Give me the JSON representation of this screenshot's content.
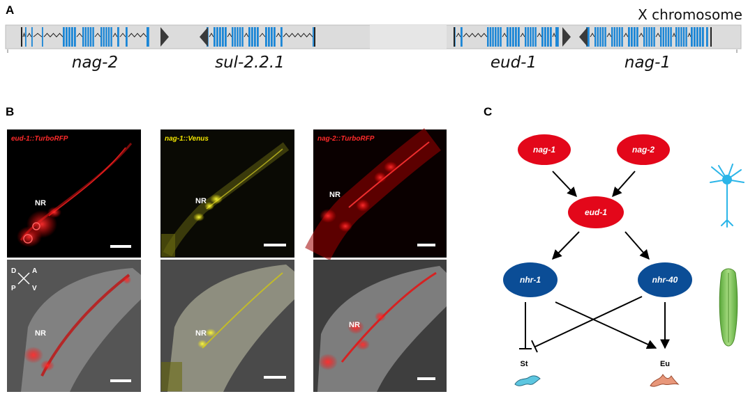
{
  "panel_a": {
    "letter": "A",
    "chromosome_label": "X chromosome",
    "genes": [
      {
        "name": "nag-2",
        "strand": "+"
      },
      {
        "name": "sul-2.2.1",
        "strand": "-"
      },
      {
        "name": "eud-1",
        "strand": "+"
      },
      {
        "name": "nag-1",
        "strand": "-"
      }
    ],
    "colors": {
      "exon": "#1b86d6",
      "track": "#d9d9d9",
      "arrow": "#3a3a3a"
    }
  },
  "panel_b": {
    "letter": "B",
    "images": [
      {
        "label": "eud-1::TurboRFP",
        "label_color": "#ff2a2a",
        "region": "NR"
      },
      {
        "label": "nag-1::Venus",
        "label_color": "#f2e600",
        "region": "NR"
      },
      {
        "label": "nag-2::TurboRFP",
        "label_color": "#ff2a2a",
        "region": "NR"
      }
    ],
    "brightfield_region": "NR",
    "axis": {
      "d": "D",
      "a": "A",
      "p": "P",
      "v": "V"
    }
  },
  "panel_c": {
    "letter": "C",
    "nodes": {
      "nag1": "nag-1",
      "nag2": "nag-2",
      "eud1": "eud-1",
      "nhr1": "nhr-1",
      "nhr40": "nhr-40"
    },
    "outcomes": {
      "st": "St",
      "eu": "Eu"
    },
    "colors": {
      "red_node": "#e3071a",
      "blue_node": "#0b4d96",
      "neuron": "#2bb5e8",
      "muscle": "#7cc456",
      "st_worm": "#5cc6e0",
      "eu_worm": "#e8977a"
    }
  }
}
